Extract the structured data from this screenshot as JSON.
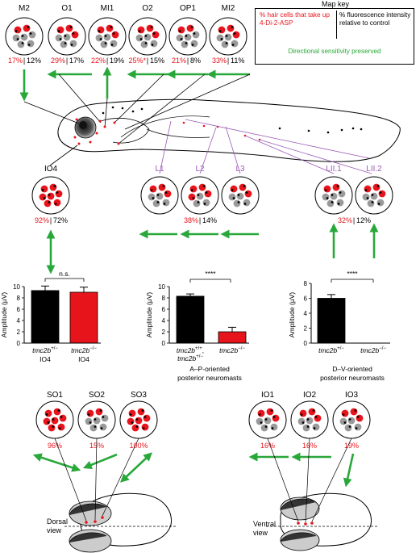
{
  "map_key": {
    "title": "Map key",
    "red_text": "% hair cells that take up 4-Di-2-ASP",
    "black_text": "% fluorescence intensity relative to control",
    "green_text": "Directional sensitivity preserved"
  },
  "colors": {
    "red": "#e8141c",
    "green": "#29a83a",
    "purple": "#9b59b6",
    "grey": "#9a9a9a"
  },
  "neuromasts_top": [
    {
      "name": "M2",
      "red": "17%",
      "black": "12%"
    },
    {
      "name": "O1",
      "red": "29%",
      "black": "17%"
    },
    {
      "name": "MI1",
      "red": "22%",
      "black": "19%"
    },
    {
      "name": "O2",
      "red": "25%*",
      "black": "15%"
    },
    {
      "name": "OP1",
      "red": "21%",
      "black": "8%"
    },
    {
      "name": "MI2",
      "red": "33%",
      "black": "11%"
    }
  ],
  "io4": {
    "name": "IO4",
    "red": "92%",
    "black": "72%"
  },
  "group_l": {
    "names": [
      "L1",
      "L2",
      "L3"
    ],
    "red": "38%",
    "black": "14%"
  },
  "group_lii": {
    "names": [
      "LII.1",
      "LII.2"
    ],
    "red": "32%",
    "black": "12%"
  },
  "charts": {
    "io4": {
      "sig": "n.s.",
      "ylabel": "Amplitude (μV)",
      "yticks": [
        "0",
        "2",
        "4",
        "6",
        "8",
        "10"
      ],
      "bar1_genotype": "tmc2b",
      "bar1_sup": "+/−",
      "bar1_sub": "IO4",
      "bar2_genotype": "tmc2b",
      "bar2_sup": "−/−",
      "bar2_sub": "IO4"
    },
    "ap": {
      "sig": "****",
      "ylabel": "Amplitude (μV)",
      "yticks": [
        "0",
        "2",
        "4",
        "6",
        "8",
        "10"
      ],
      "bar1_l1": "tmc2b",
      "bar1_l1_sup": "+/+",
      "bar1_l2": "tmc2b",
      "bar1_l2_sup": "+/−",
      "bar2_genotype": "tmc2b",
      "bar2_sup": "−/−",
      "caption1": "A–P-oriented",
      "caption2": "posterior neuromasts"
    },
    "dv": {
      "sig": "****",
      "ylabel": "Amplitude (μV)",
      "yticks": [
        "0",
        "2",
        "4",
        "6",
        "8"
      ],
      "bar1_genotype": "tmc2b",
      "bar1_sup": "+/−",
      "bar2_genotype": "tmc2b",
      "bar2_sup": "−/−",
      "caption1": "D–V-oriented",
      "caption2": "posterior neuromasts"
    }
  },
  "chart_data": [
    {
      "type": "bar",
      "categories": [
        "tmc2b+/− IO4",
        "tmc2b−/− IO4"
      ],
      "values": [
        9.3,
        9.0
      ],
      "errors": [
        0.8,
        0.9
      ],
      "colors": [
        "#000000",
        "#e8141c"
      ],
      "ylabel": "Amplitude (μV)",
      "ylim": [
        0,
        10
      ],
      "annotation": "n.s."
    },
    {
      "type": "bar",
      "categories": [
        "tmc2b+/+, tmc2b+/−",
        "tmc2b−/−"
      ],
      "values": [
        8.3,
        2.0
      ],
      "errors": [
        0.4,
        0.8
      ],
      "colors": [
        "#000000",
        "#e8141c"
      ],
      "ylabel": "Amplitude (μV)",
      "ylim": [
        0,
        10
      ],
      "annotation": "****"
    },
    {
      "type": "bar",
      "categories": [
        "tmc2b+/−",
        "tmc2b−/−"
      ],
      "values": [
        6.0,
        0
      ],
      "errors": [
        0.5,
        0
      ],
      "colors": [
        "#000000",
        "#e8141c"
      ],
      "ylabel": "Amplitude (μV)",
      "ylim": [
        0,
        8
      ],
      "annotation": "****"
    }
  ],
  "neuromasts_bottom_left": [
    {
      "name": "SO1",
      "red": "96%"
    },
    {
      "name": "SO2",
      "red": "15%"
    },
    {
      "name": "SO3",
      "red": "100%"
    }
  ],
  "neuromasts_bottom_right": [
    {
      "name": "IO1",
      "red": "16%"
    },
    {
      "name": "IO2",
      "red": "16%"
    },
    {
      "name": "IO3",
      "red": "19%"
    }
  ],
  "views": {
    "dorsal_line1": "Dorsal",
    "dorsal_line2": "view",
    "ventral_line1": "Ventral",
    "ventral_line2": "view"
  }
}
